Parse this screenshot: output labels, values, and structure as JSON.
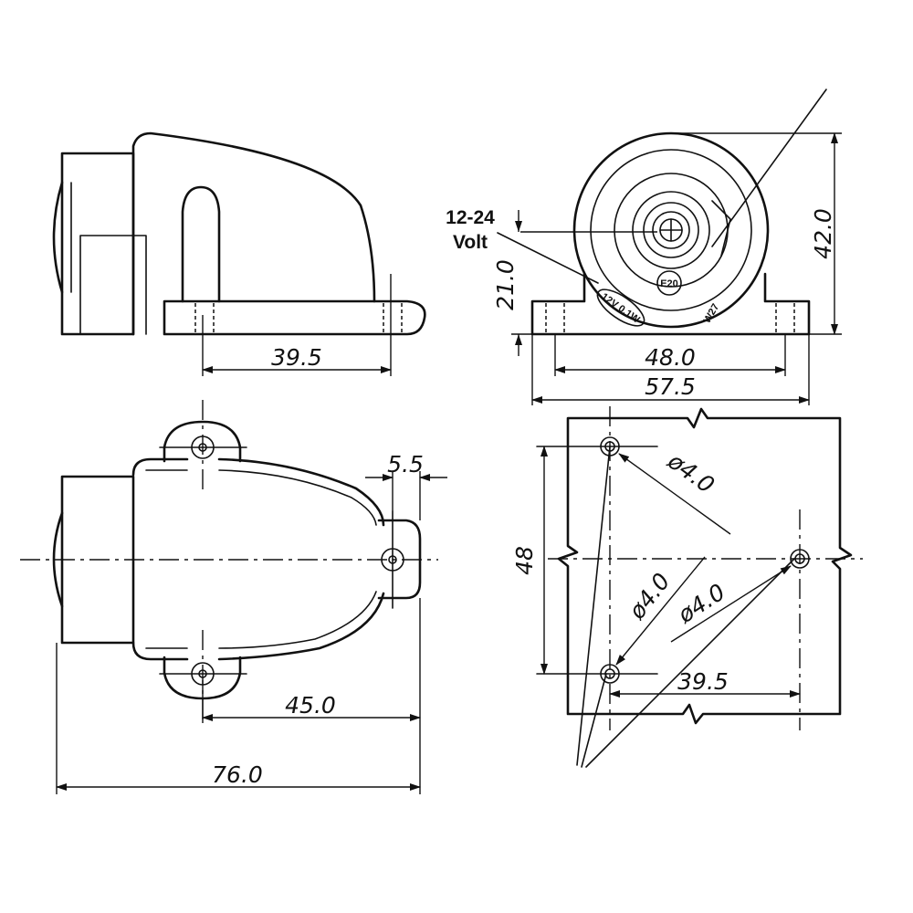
{
  "side_view": {
    "dim_hole_spacing": "39.5"
  },
  "front_view": {
    "voltage_label_line1": "12-24",
    "voltage_label_line2": "Volt",
    "dim_axis_height": "21.0",
    "dim_total_height": "42.0",
    "dim_hole_spacing": "48.0",
    "dim_base_width": "57.5",
    "mark_e": "E20",
    "mark_w": "W27",
    "mark_voltage": "12V 0.1W"
  },
  "top_view": {
    "dim_tab_offset": "5.5",
    "dim_hole_to_tip": "45.0",
    "dim_overall_length": "76.0"
  },
  "hole_pattern": {
    "dim_hole_dia_1": "ø4.0",
    "dim_hole_dia_2": "ø4.0",
    "dim_hole_dia_3": "ø4.0",
    "dim_vertical_spacing": "48",
    "dim_horizontal_spacing": "39.5"
  }
}
